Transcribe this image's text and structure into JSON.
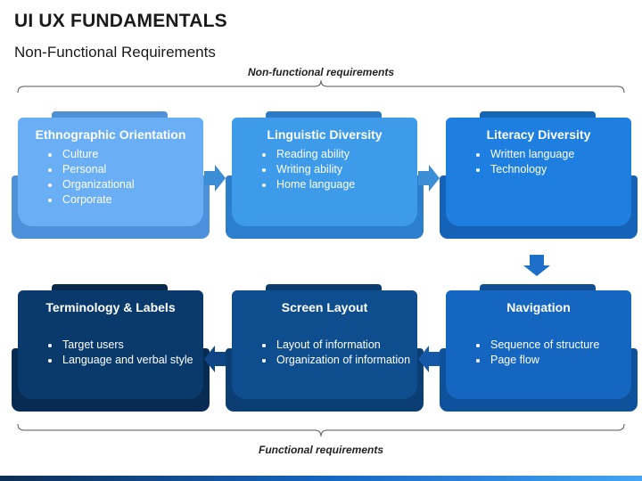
{
  "header": {
    "title": "UI UX FUNDAMENTALS",
    "subtitle": "Non-Functional Requirements"
  },
  "captions": {
    "top": "Non-functional requirements",
    "bottom": "Functional requirements"
  },
  "cards": [
    {
      "title": "Ethnographic Orientation",
      "items": [
        "Culture",
        "Personal",
        "Organizational",
        "Corporate"
      ]
    },
    {
      "title": "Linguistic Diversity",
      "items": [
        "Reading ability",
        "Writing ability",
        "Home language"
      ]
    },
    {
      "title": "Literacy Diversity",
      "items": [
        "Written language",
        "Technology"
      ]
    },
    {
      "title": "Navigation",
      "items": [
        "Sequence of structure",
        "Page flow"
      ]
    },
    {
      "title": "Screen Layout",
      "items": [
        "Layout of information",
        "Organization of information"
      ]
    },
    {
      "title": "Terminology & Labels",
      "items": [
        "Target users",
        "Language and verbal style"
      ]
    }
  ],
  "colors": {
    "card1": "#6aaef6",
    "card2": "#3d9be9",
    "card3": "#1e7fe0",
    "card4": "#1466c1",
    "card5": "#0e4e8f",
    "card6": "#0a3a6b",
    "arrow": "#3b8ed6"
  },
  "icons": {
    "flow_arrow": "arrow-icon"
  }
}
